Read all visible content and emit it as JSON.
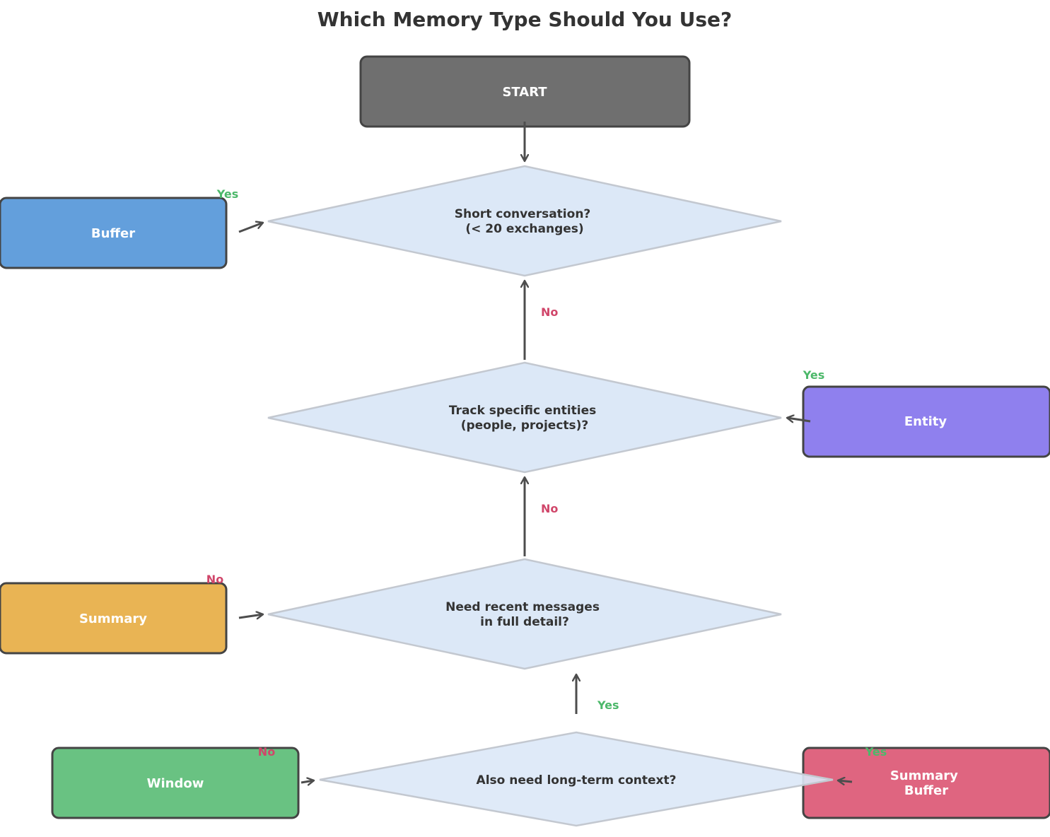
{
  "title": "Which Memory Type Should You Use?",
  "colors": {
    "start_fill": "#6f6f6f",
    "box_stroke": "#444444",
    "diamond_fill": "#dce8f7",
    "diamond_stroke": "#c3c8d0",
    "arrow": "#4d4d4d",
    "yes_text": "#4cb86a",
    "no_text": "#d0466a",
    "dark_text": "#333333",
    "buffer": "#639fdc",
    "entity": "#8f80ee",
    "summary": "#e9b454",
    "window": "#69c282",
    "summary_buffer": "#df6580"
  },
  "nodes": {
    "start": {
      "label": "START"
    },
    "q_short": {
      "lines": [
        "Short conversation?",
        "(< 20 exchanges)"
      ]
    },
    "q_entities": {
      "lines": [
        "Track specific entities",
        "(people, projects)?"
      ]
    },
    "q_recent": {
      "lines": [
        "Need recent messages",
        "in full detail?"
      ]
    },
    "q_longterm": {
      "lines": [
        "Also need long-term context?"
      ]
    },
    "buffer": {
      "label": "Buffer"
    },
    "entity": {
      "label": "Entity"
    },
    "summary": {
      "label": "Summary"
    },
    "window": {
      "label": "Window"
    },
    "summary_buffer": {
      "lines": [
        "Summary",
        "Buffer"
      ]
    }
  },
  "edge_labels": {
    "buffer_yes": "Yes",
    "short_no": "No",
    "entity_yes": "Yes",
    "entities_no": "No",
    "summary_no": "No",
    "longterm_yes": "Yes",
    "window_no": "No",
    "summary_buffer_yes": "Yes"
  }
}
